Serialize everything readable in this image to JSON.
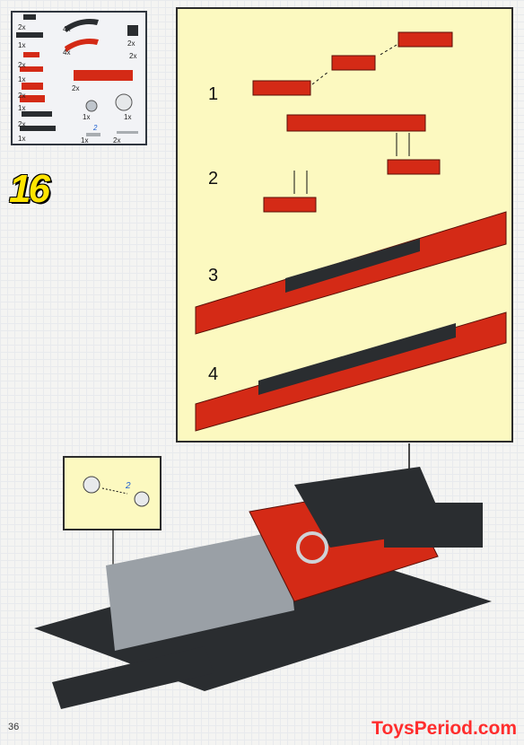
{
  "parts_list": {
    "quantities": [
      "2x",
      "1x",
      "2x",
      "1x",
      "2x",
      "1x",
      "2x",
      "1x",
      "4x",
      "4x",
      "2x",
      "2x",
      "2x",
      "1x",
      "1x",
      "1x",
      "2x"
    ],
    "highlight": "2"
  },
  "main_step": {
    "number": "16"
  },
  "sub_steps": [
    {
      "label": "1"
    },
    {
      "label": "2"
    },
    {
      "label": "3"
    },
    {
      "label": "4"
    }
  ],
  "callout": {
    "highlight": "2"
  },
  "page": {
    "number": "36"
  },
  "watermark": {
    "text": "ToysPeriod.com"
  },
  "colors": {
    "brick_red": "#d42a16",
    "brick_black": "#2a2d30",
    "panel": "#fcf9c0",
    "badge": "#ffe400",
    "watermark": "#ff2d2d"
  }
}
